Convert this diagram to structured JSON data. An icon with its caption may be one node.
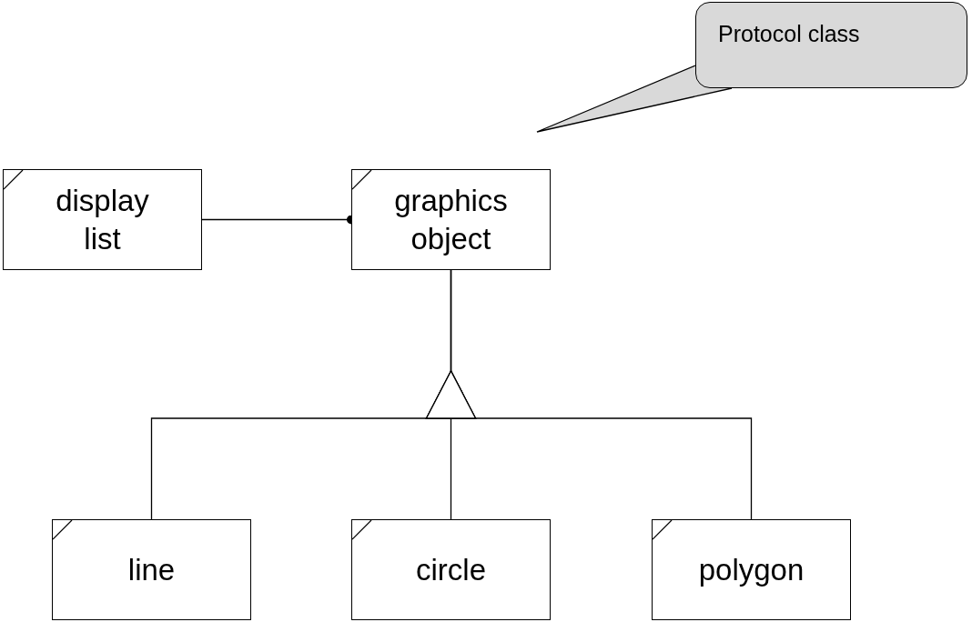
{
  "diagram": {
    "nodes": [
      {
        "text": [
          "Protocol class"
        ]
      },
      {
        "text": [
          "display list"
        ]
      },
      {
        "text": [
          "graphics object"
        ]
      },
      {
        "text": [
          "line"
        ]
      },
      {
        "text": [
          "circle"
        ]
      },
      {
        "text": [
          "polygon"
        ]
      }
    ],
    "edges": [
      {
        "from": 0,
        "to": null,
        "arrow": "none"
      },
      {
        "from": 1,
        "to": 2,
        "arrow": "other"
      },
      {
        "from": 3,
        "to": 2,
        "arrow": "to"
      },
      {
        "from": 4,
        "to": 2,
        "arrow": "to"
      },
      {
        "from": 5,
        "to": 2,
        "arrow": "to"
      }
    ]
  }
}
